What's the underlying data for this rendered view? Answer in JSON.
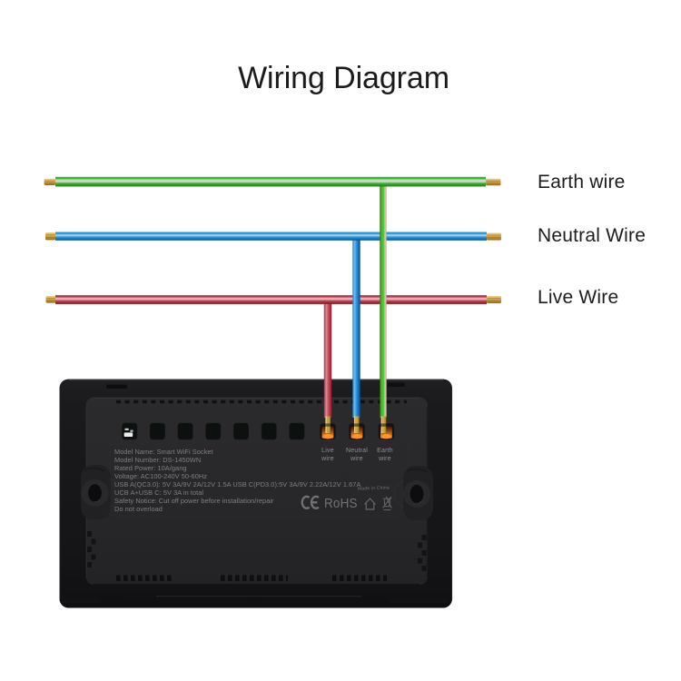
{
  "title": "Wiring Diagram",
  "wires": [
    {
      "id": "earth",
      "label": "Earth wire",
      "color": "#3fae3c"
    },
    {
      "id": "neutral",
      "label": "Neutral Wire",
      "color": "#1e88e0"
    },
    {
      "id": "live",
      "label": "Live Wire",
      "color": "#c84a58"
    }
  ],
  "device": {
    "spec_lines": [
      "Model Name: Smart WiFi Socket",
      "Model Number: DS-1450WN",
      "Rated Power: 10A/gang",
      "Voltage: AC100-240V 50-60Hz",
      "USB A(QC3.0): 5V 3A/9V 2A/12V 1.5A USB C(PD3.0):5V 3A/9V 2.22A/12V 1.67A",
      "UCB A+USB C: 5V 3A in total",
      "Safety Notice: Cut off power before installation/repair",
      "Do not overload"
    ],
    "terminals": [
      {
        "line1": "Live",
        "line2": "wire"
      },
      {
        "line1": "Neutral",
        "line2": "wire"
      },
      {
        "line1": "Earth",
        "line2": "wire"
      }
    ],
    "made_in": "Made in China",
    "rohs": "RoHS"
  },
  "colors": {
    "earth_wire": "#3fae3c",
    "neutral_wire": "#1e88e0",
    "live_wire": "#c84a58",
    "copper": "#caa048",
    "terminal_screw": "#e07818",
    "device_body": "#1d1d1f"
  }
}
